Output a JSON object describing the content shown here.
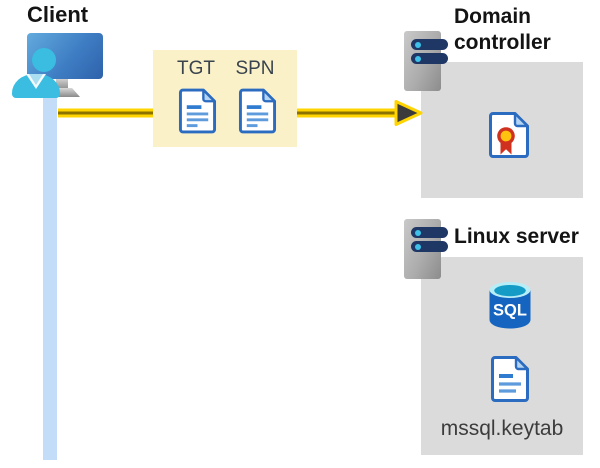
{
  "diagram": {
    "client": {
      "label": "Client"
    },
    "tickets": {
      "tgt_label": "TGT",
      "spn_label": "SPN"
    },
    "domain_controller": {
      "label": "Domain controller"
    },
    "linux_server": {
      "label": "Linux server",
      "database_badge": "SQL",
      "keytab_file": "mssql.keytab"
    },
    "colors": {
      "panel_gray": "#DBDBDB",
      "ticket_box_yellow": "#FAF1C9",
      "arrow_yellow": "#FFD400",
      "arrow_core": "#8A7100",
      "arrowhead_dark": "#3B3B3B",
      "timeline_blue": "#C3DCF7",
      "document_blue": "#2B6BC0",
      "sql_blue": "#1565C0",
      "certificate_red": "#D0311F",
      "certificate_gold": "#FFC20E",
      "person_cyan": "#3ABDE1",
      "server_bar_navy": "#1E3765"
    }
  }
}
